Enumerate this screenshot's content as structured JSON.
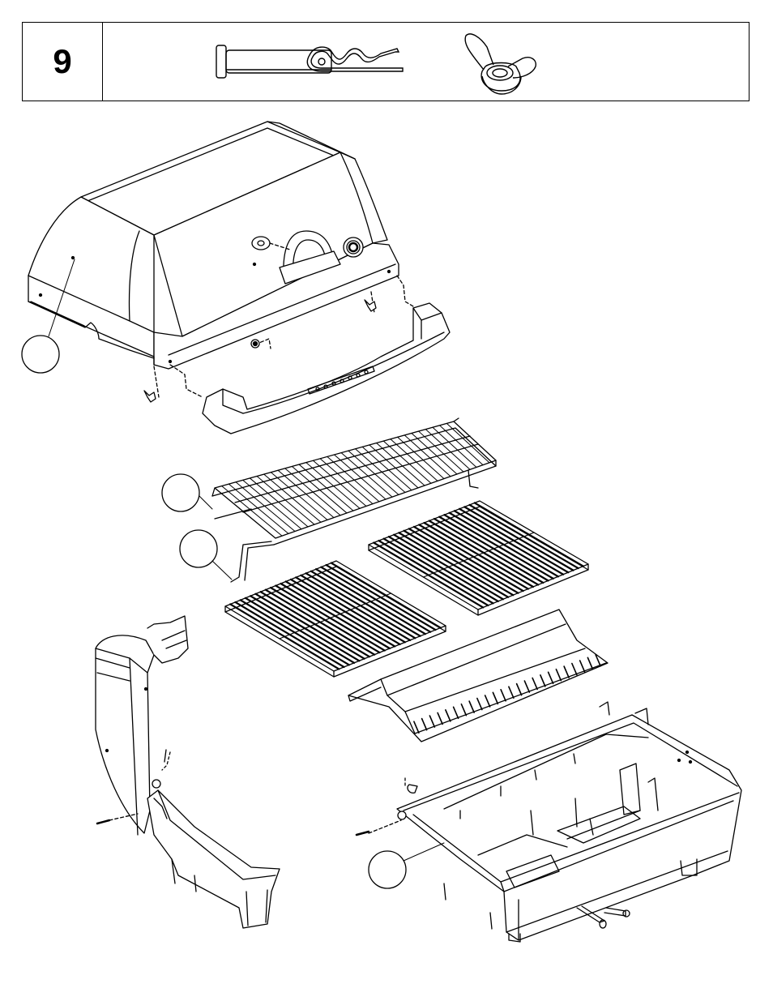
{
  "step": {
    "number": "9"
  },
  "parts": [
    {
      "name": "clevis-pin-icon"
    },
    {
      "name": "hitch-pin-clip-icon"
    },
    {
      "name": "wing-nut-icon"
    }
  ],
  "callouts": [
    {
      "id": "callout-lid",
      "label": ""
    },
    {
      "id": "callout-warming-rack",
      "label": ""
    },
    {
      "id": "callout-rack-leg",
      "label": ""
    },
    {
      "id": "callout-firebox",
      "label": ""
    }
  ],
  "colors": {
    "line": "#000000",
    "background": "#ffffff"
  }
}
